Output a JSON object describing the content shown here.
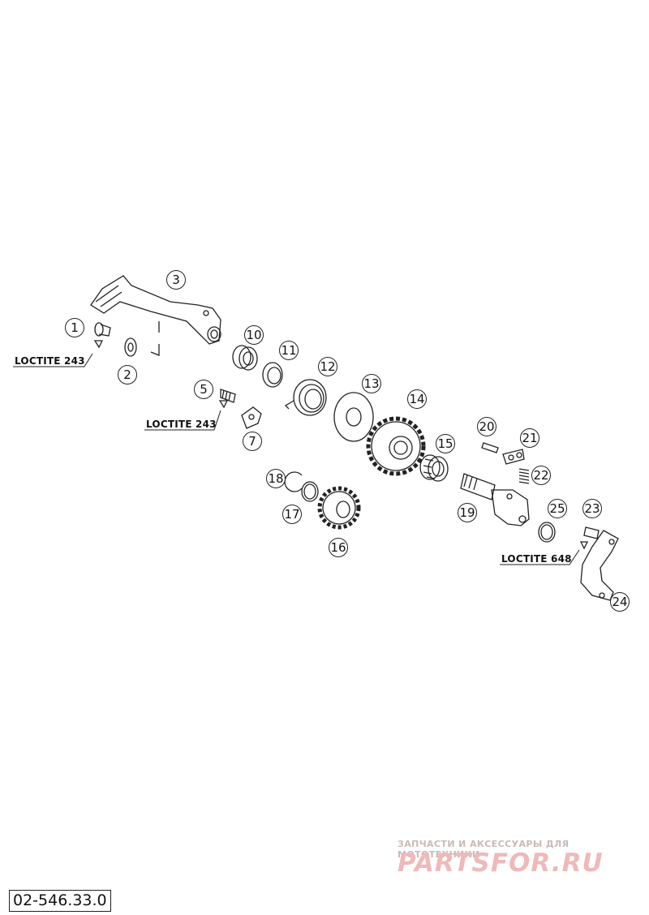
{
  "diagram": {
    "callouts": [
      {
        "id": "c1",
        "label": "1"
      },
      {
        "id": "c2",
        "label": "2"
      },
      {
        "id": "c3",
        "label": "3"
      },
      {
        "id": "c5",
        "label": "5"
      },
      {
        "id": "c7",
        "label": "7"
      },
      {
        "id": "c10",
        "label": "10"
      },
      {
        "id": "c11",
        "label": "11"
      },
      {
        "id": "c12",
        "label": "12"
      },
      {
        "id": "c13",
        "label": "13"
      },
      {
        "id": "c14",
        "label": "14"
      },
      {
        "id": "c15",
        "label": "15"
      },
      {
        "id": "c16",
        "label": "16"
      },
      {
        "id": "c17",
        "label": "17"
      },
      {
        "id": "c18",
        "label": "18"
      },
      {
        "id": "c19",
        "label": "19"
      },
      {
        "id": "c20",
        "label": "20"
      },
      {
        "id": "c21",
        "label": "21"
      },
      {
        "id": "c22",
        "label": "22"
      },
      {
        "id": "c23",
        "label": "23"
      },
      {
        "id": "c24",
        "label": "24"
      },
      {
        "id": "c25",
        "label": "25"
      }
    ],
    "loctite_labels": [
      "LOCTITE 243",
      "LOCTITE 243",
      "LOCTITE 648"
    ],
    "document_number": "02-546.33.0",
    "watermark": {
      "tagline": "ЗАПЧАСТИ И АКСЕССУАРЫ ДЛЯ МОТОТЕХНИКИ",
      "logo": "PARTSFOR.RU"
    }
  }
}
